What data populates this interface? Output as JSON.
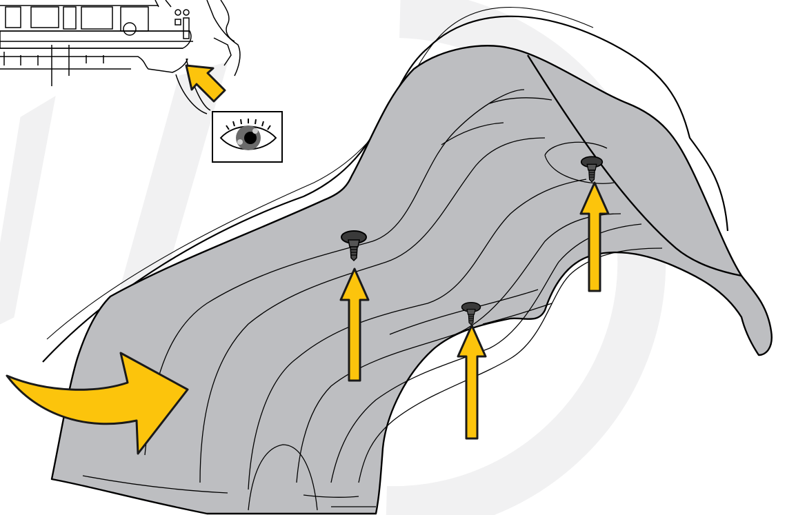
{
  "diagram": {
    "colors": {
      "background": "#ffffff",
      "liner_fill": "#bdbec1",
      "outline": "#000000",
      "arrow_fill": "#fcc40c",
      "arrow_stroke": "#1a1a1a",
      "watermark": "#f1f1f2",
      "eye_iris": "#6b6b6b"
    },
    "icons": {
      "view_indicator": "eye-icon",
      "location_pointer": "arrow-icon",
      "removal_direction": "curved-arrow-icon",
      "fasteners": "push-clip-icon",
      "fastener_count": 3
    },
    "components": [
      "vehicle-underbody-locator",
      "wheel-housing-liner",
      "push-clip-fasteners"
    ]
  }
}
